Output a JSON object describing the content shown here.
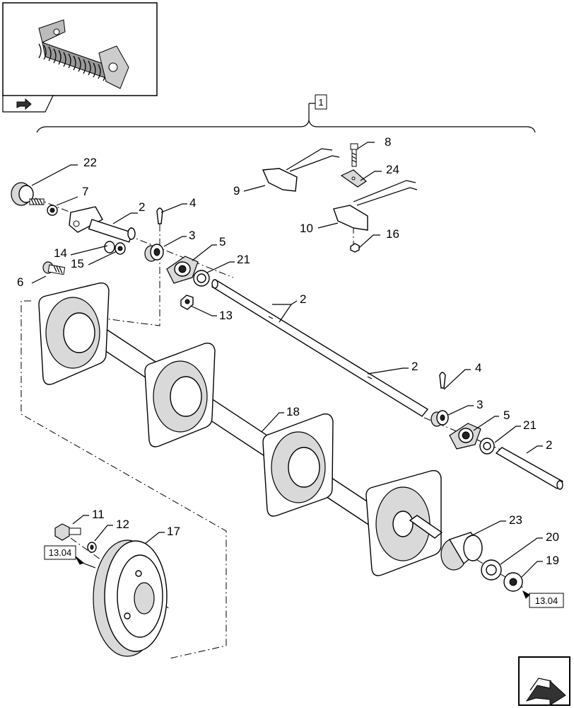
{
  "diagram": {
    "group_label": "1",
    "callouts": {
      "c22": "22",
      "c7": "7",
      "c2a": "2",
      "c4a": "4",
      "c3a": "3",
      "c5a": "5",
      "c21a": "21",
      "c13": "13",
      "c14": "14",
      "c15": "15",
      "c6": "6",
      "c9": "9",
      "c8": "8",
      "c24": "24",
      "c10": "10",
      "c16": "16",
      "c2b": "2",
      "c2c": "2",
      "c4b": "4",
      "c3b": "3",
      "c5b": "5",
      "c21b": "21",
      "c2d": "2",
      "c18": "18",
      "c23": "23",
      "c20": "20",
      "c19": "19",
      "c11": "11",
      "c12": "12",
      "c17": "17"
    },
    "ref_boxes": {
      "left": "13.04",
      "right": "13.04"
    }
  }
}
